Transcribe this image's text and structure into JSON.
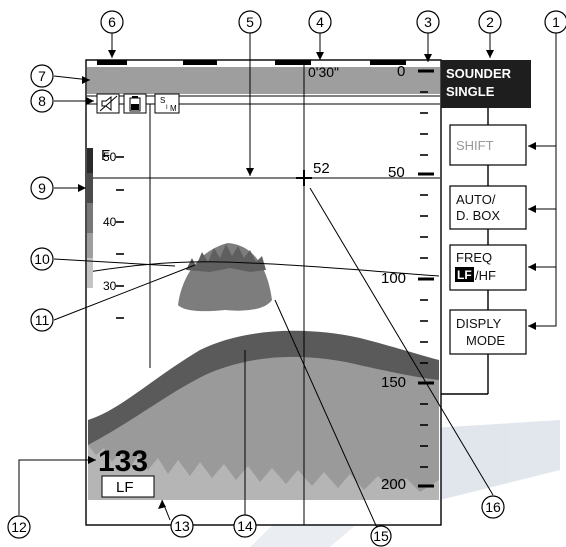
{
  "header": {
    "mode_line1": "SOUNDER",
    "mode_line2": "SINGLE",
    "timer": "0'30\""
  },
  "softkeys": [
    {
      "line1": "SHIFT",
      "line2": ""
    },
    {
      "line1": "AUTO/",
      "line2": "D. BOX"
    },
    {
      "line1": "FREQ",
      "line2": "/HF",
      "highlight": "LF"
    },
    {
      "line1": "DISPLY",
      "line2": "MODE"
    }
  ],
  "depth_scale": [
    "0",
    "50",
    "100",
    "150",
    "200"
  ],
  "temp_scale": {
    "unit": "F",
    "labels": [
      "50",
      "40",
      "30"
    ]
  },
  "vrm_depth": "52",
  "bottom_depth": "133",
  "frequency": "LF",
  "callouts": [
    "1",
    "2",
    "3",
    "4",
    "5",
    "6",
    "7",
    "8",
    "9",
    "10",
    "11",
    "12",
    "13",
    "14",
    "15",
    "16"
  ],
  "icons": [
    "mute-icon",
    "battery-icon",
    "simulation-icon"
  ],
  "colors": {
    "panel_dark": "#1e1e1e",
    "band_gray": "#9e9e9e",
    "echo_dark": "#5a5a5a",
    "echo_light": "#9a9a9a",
    "watermark": "#c9d3df"
  }
}
